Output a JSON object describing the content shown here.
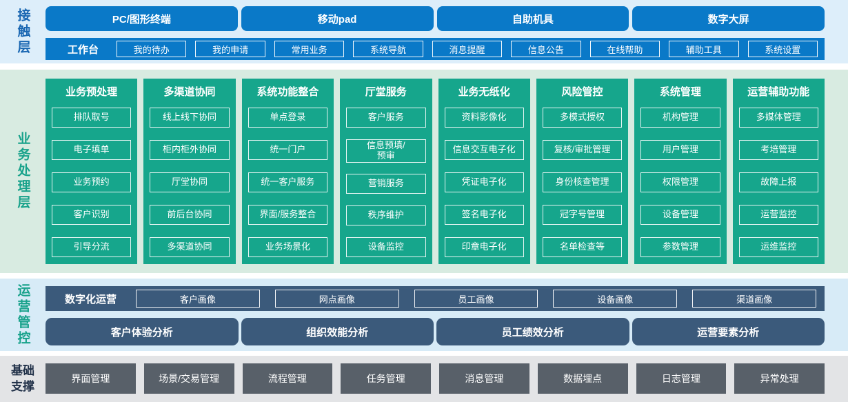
{
  "layers": {
    "contact": {
      "label": "接触层",
      "terminals": [
        "PC/图形终端",
        "移动pad",
        "自助机具",
        "数字大屏"
      ],
      "workbench": {
        "label": "工作台",
        "items": [
          "我的待办",
          "我的申请",
          "常用业务",
          "系统导航",
          "消息提醒",
          "信息公告",
          "在线帮助",
          "辅助工具",
          "系统设置"
        ]
      }
    },
    "business": {
      "label": "业务处理层",
      "columns": [
        {
          "title": "业务预处理",
          "items": [
            "排队取号",
            "电子填单",
            "业务预约",
            "客户识别",
            "引导分流"
          ]
        },
        {
          "title": "多渠道协同",
          "items": [
            "线上线下协同",
            "柜内柜外协同",
            "厅堂协同",
            "前后台协同",
            "多渠道协同"
          ]
        },
        {
          "title": "系统功能整合",
          "items": [
            "单点登录",
            "统一门户",
            "统一客户服务",
            "界面/服务整合",
            "业务场景化"
          ]
        },
        {
          "title": "厅堂服务",
          "items": [
            "客户服务",
            "信息预填/\n预审",
            "营销服务",
            "秩序维护",
            "设备监控"
          ]
        },
        {
          "title": "业务无纸化",
          "items": [
            "资料影像化",
            "信息交互电子化",
            "凭证电子化",
            "签名电子化",
            "印章电子化"
          ]
        },
        {
          "title": "风险管控",
          "items": [
            "多模式授权",
            "复核/审批管理",
            "身份核查管理",
            "冠字号管理",
            "名单检查等"
          ]
        },
        {
          "title": "系统管理",
          "items": [
            "机构管理",
            "用户管理",
            "权限管理",
            "设备管理",
            "参数管理"
          ]
        },
        {
          "title": "运营辅助功能",
          "items": [
            "多媒体管理",
            "考培管理",
            "故障上报",
            "运营监控",
            "运维监控"
          ]
        }
      ]
    },
    "operations": {
      "label": "运营管控",
      "digital_ops": {
        "label": "数字化运营",
        "items": [
          "客户画像",
          "网点画像",
          "员工画像",
          "设备画像",
          "渠道画像"
        ]
      },
      "analysis": [
        "客户体验分析",
        "组织效能分析",
        "员工绩效分析",
        "运营要素分析"
      ]
    },
    "foundation": {
      "label": "基础支撑",
      "items": [
        "界面管理",
        "场景/交易管理",
        "流程管理",
        "任务管理",
        "消息管理",
        "数据埋点",
        "日志管理",
        "异常处理"
      ]
    }
  },
  "colors": {
    "blue": "#0a79c8",
    "teal": "#16a68c",
    "slate": "#3b5a7b",
    "gray_box": "#586069",
    "label_blue": "#1a67b2",
    "label_teal": "#18a28b",
    "label_dark": "#203048",
    "band_blue": "#ddeefa",
    "band_green": "#d8ebe1",
    "band_cyan": "#d7ebf7",
    "band_gray": "#e3e4e6"
  }
}
